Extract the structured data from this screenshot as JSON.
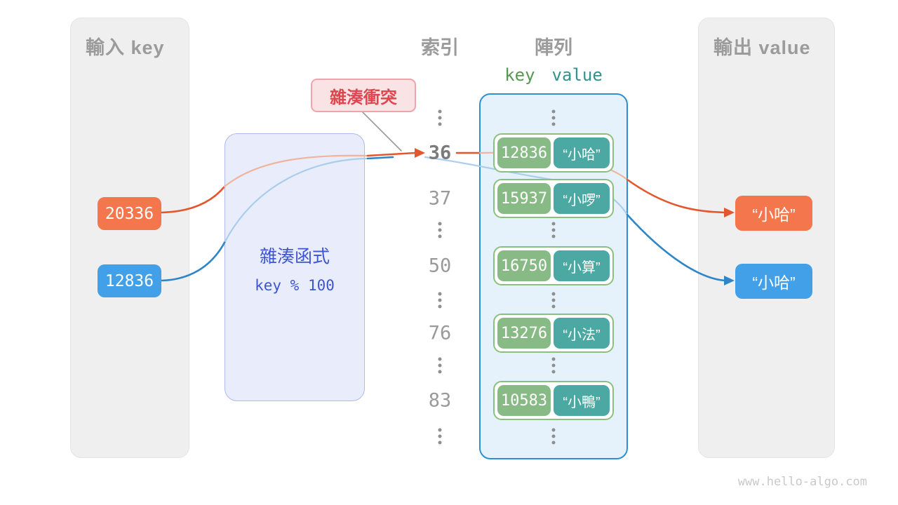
{
  "input_panel": {
    "title": "輸入 key",
    "keys": [
      {
        "value": "20336",
        "color": "orange"
      },
      {
        "value": "12836",
        "color": "blue"
      }
    ]
  },
  "hash_box": {
    "title": "雜湊函式",
    "formula": "key % 100"
  },
  "collision_label": {
    "text": "雜湊衝突"
  },
  "columns": {
    "index_header": "索引",
    "array_header": "陣列",
    "key_header": "key",
    "value_header": "value"
  },
  "hash_table": {
    "rows": [
      {
        "type": "dots"
      },
      {
        "type": "entry",
        "index": "36",
        "index_bold": true,
        "key": "12836",
        "value": "“小哈”"
      },
      {
        "type": "entry",
        "index": "37",
        "index_bold": false,
        "key": "15937",
        "value": "“小啰”"
      },
      {
        "type": "dots"
      },
      {
        "type": "entry",
        "index": "50",
        "index_bold": false,
        "key": "16750",
        "value": "“小算”"
      },
      {
        "type": "dots"
      },
      {
        "type": "entry",
        "index": "76",
        "index_bold": false,
        "key": "13276",
        "value": "“小法”"
      },
      {
        "type": "dots"
      },
      {
        "type": "entry",
        "index": "83",
        "index_bold": false,
        "key": "10583",
        "value": "“小鴨”"
      },
      {
        "type": "dots"
      }
    ]
  },
  "output_panel": {
    "title": "輸出 value",
    "values": [
      {
        "value": "“小哈”",
        "color": "orange"
      },
      {
        "value": "“小哈”",
        "color": "blue"
      }
    ]
  },
  "watermark": "www.hello-algo.com",
  "colors": {
    "panel_bg": "#efefef",
    "panel_border": "#e4e4e4",
    "gray_header": "#9b9b9b",
    "index_gray": "#9a9a9a",
    "index_dark": "#7b7b7b",
    "dot_gray": "#8f8f8f",
    "gray_line": "#9a9a9a",
    "orange_line": "#e2572e",
    "orange_pale": "#f0b49e",
    "orange_box": "#f3764d",
    "blue_line": "#2e86c8",
    "blue_pale": "#a9cdec",
    "blue_box": "#41a0e8",
    "hash_bg": "#e9edfb",
    "hash_border": "#aeb9ef",
    "hash_text": "#3d55d0",
    "pink_bg": "#fae3e5",
    "pink_border": "#efa3ab",
    "pink_text": "#de4650",
    "array_bg": "#e6f2fb",
    "array_border": "#2e8fd2",
    "pair_border": "#8cbf7f",
    "key_green": "#87ba85",
    "value_teal": "#4ca8a3",
    "key_header": "#56984f",
    "value_header": "#2f948c",
    "watermark": "#c9c9c9"
  }
}
